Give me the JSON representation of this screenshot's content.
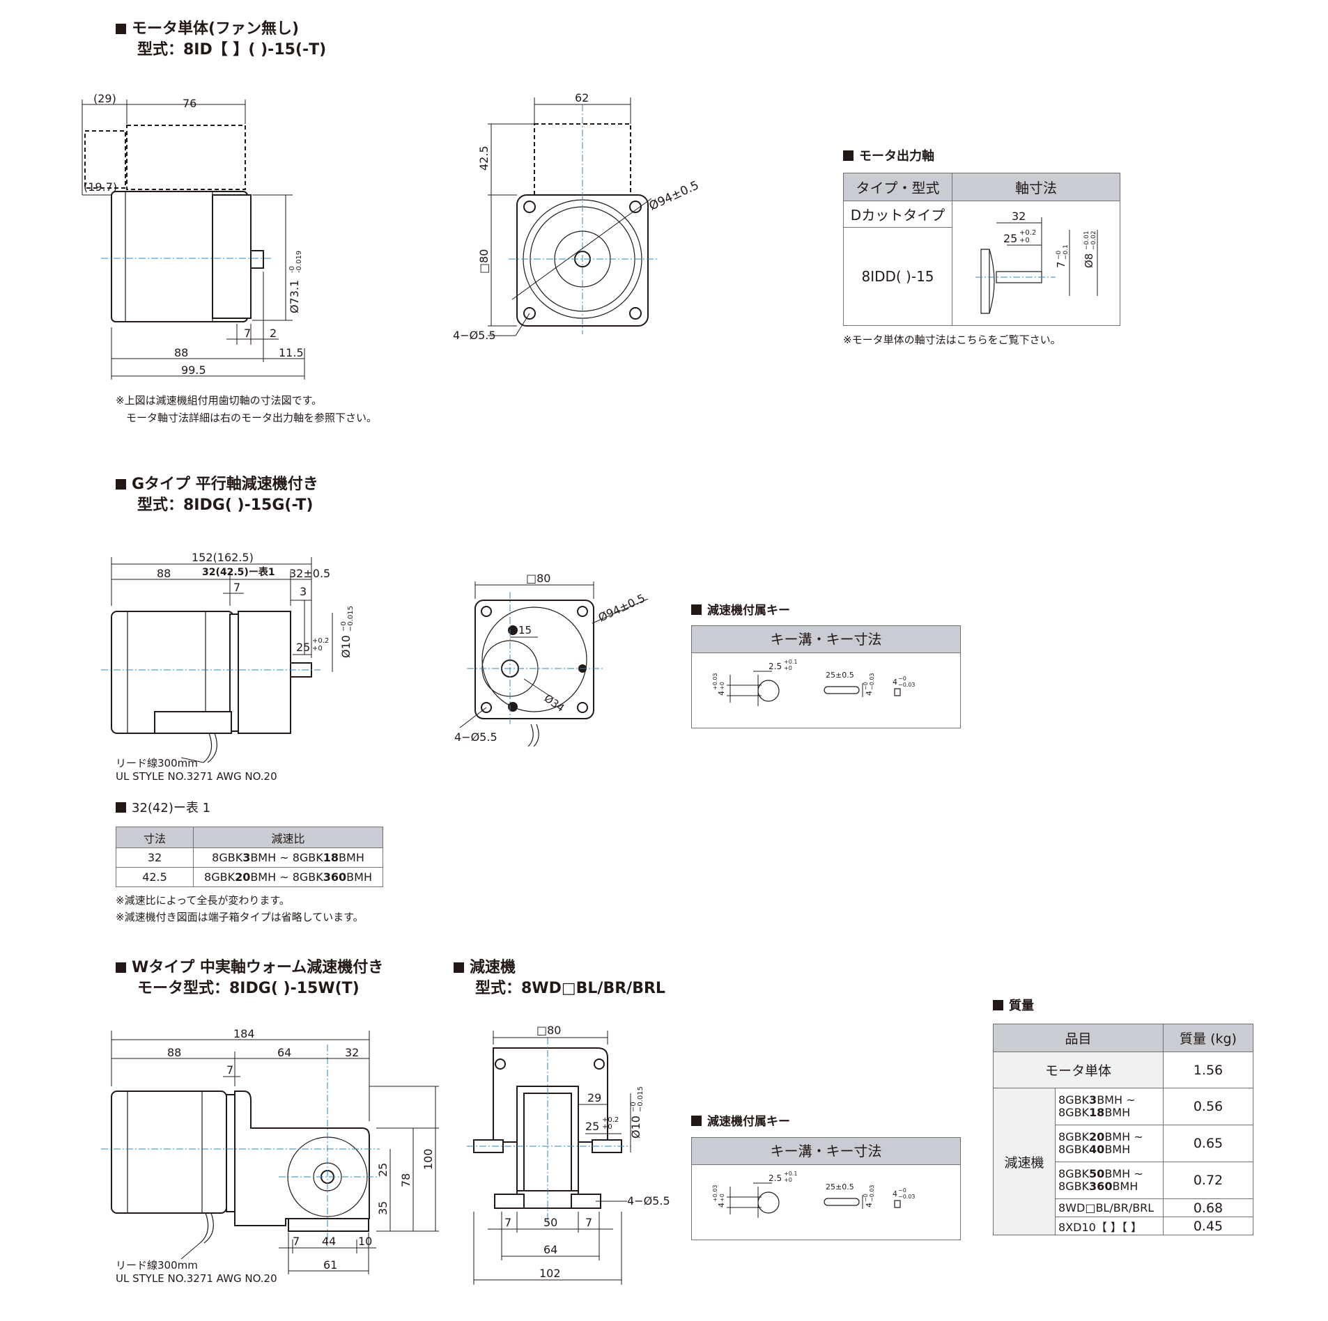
{
  "sec1": {
    "title": "モータ単体(ファン無し)",
    "model": "型式：8ID【 】( )-15(-T)",
    "side_dims": {
      "d29": "(29)",
      "d76": "76",
      "d19_7": "(19.7)",
      "d73": "Ø73.1",
      "d73_tol": "-0.019",
      "d73_tol_up": "-0",
      "d7": "7",
      "d2": "2",
      "d88": "88",
      "d11_5": "11.5",
      "d99_5": "99.5"
    },
    "front_dims": {
      "d62": "62",
      "d42_5": "42.5",
      "d94": "Ø94±0.5",
      "d80": "□80",
      "d4_5_5": "4−Ø5.5"
    },
    "note1": "※上図は減速機組付用歯切軸の寸法図です。",
    "note2": "モータ軸寸法詳細は右のモータ出力軸を参照下さい。"
  },
  "shaft": {
    "title": "モータ出力軸",
    "col1": "タイプ・型式",
    "col2": "軸寸法",
    "row_type": "Dカットタイプ",
    "row_model": "8IDD( )-15",
    "dims": {
      "d32": "32",
      "d25": "25",
      "d25_tol_up": "+0.2",
      "d25_tol_lo": "+0",
      "d7": "7",
      "d7_tol_up": "−0",
      "d7_tol_lo": "−0.1",
      "d8": "Ø8",
      "d8_tol_up": "−0.01",
      "d8_tol_lo": "−0.02"
    },
    "note": "※モータ単体の軸寸法はこちらをご覧下さい。"
  },
  "sec2": {
    "title": "Gタイプ 平行軸減速機付き",
    "model": "型式：8IDG( )-15G(-T)",
    "dims": {
      "d152": "152(162.5)",
      "d88": "88",
      "d32_tbl": "32(42.5)ー表1",
      "d32": "32±0.5",
      "d7": "7",
      "d3": "3",
      "d25": "25",
      "d25_up": "+0.2",
      "d25_lo": "+0",
      "d10": "Ø10",
      "d10_up": "−0",
      "d10_lo": "−0.015",
      "d80": "□80",
      "d94": "Ø94±0.5",
      "d15": "15",
      "d34": "Ø34",
      "d4_5_5": "4−Ø5.5"
    },
    "lead1": "リード線300mm",
    "lead2": "UL STYLE NO.3271 AWG NO.20",
    "key_title": "減速機付属キー",
    "key_head": "キー溝・キー寸法",
    "key_dims": {
      "k4": "4",
      "k4_up": "+0.03",
      "k4_lo": "+0",
      "k25": "2.5",
      "k25_up": "+0.1",
      "k25_lo": "+0",
      "k25len": "25±0.5",
      "k4b": "4",
      "k4b_up": "−0",
      "k4b_lo": "−0.03",
      "k4c": "4",
      "k4c_up": "−0",
      "k4c_lo": "−0.03"
    }
  },
  "table1": {
    "title": "32(42)ー表 1",
    "head": [
      "寸法",
      "減速比"
    ],
    "rows": [
      {
        "dim": "32",
        "a": "8GBK",
        "ab": "3",
        "b": "BMH ~ 8GBK",
        "bb": "18",
        "c": "BMH"
      },
      {
        "dim": "42.5",
        "a": "8GBK",
        "ab": "20",
        "b": "BMH ~ 8GBK",
        "bb": "360",
        "c": "BMH"
      }
    ],
    "note1": "※減速比によって全長が変わります。",
    "note2": "※減速機付き図面は端子箱タイプは省略しています。"
  },
  "sec3": {
    "title": "Wタイプ 中実軸ウォーム減速機付き",
    "model": "モータ型式：8IDG( )-15W(T)",
    "dims": {
      "d184": "184",
      "d88": "88",
      "d64": "64",
      "d32": "32",
      "d7": "7",
      "d25": "25",
      "d78": "78",
      "d100": "100",
      "d35": "35",
      "d7b": "7",
      "d44": "44",
      "d10": "10",
      "d61": "61"
    },
    "lead1": "リード線300mm",
    "lead2": "UL STYLE NO.3271 AWG NO.20"
  },
  "sec4": {
    "title": "減速機",
    "model": "型式：8WD□BL/BR/BRL",
    "dims": {
      "d80": "□80",
      "d29": "29",
      "d25": "25",
      "d25_up": "+0.2",
      "d25_lo": "+0",
      "d10": "Ø10",
      "d10_up": "−0",
      "d10_lo": "−0.015",
      "d4_5_5": "4−Ø5.5",
      "d7": "7",
      "d50": "50",
      "d7b": "7",
      "d64": "64",
      "d102": "102"
    },
    "key_title": "減速機付属キー",
    "key_head": "キー溝・キー寸法"
  },
  "mass": {
    "title": "質量",
    "col1": "品目",
    "col2": "質量 (kg)",
    "motor_label": "モータ単体",
    "motor_value": "1.56",
    "group_label": "減速機",
    "rows": [
      {
        "l1a": "8GBK",
        "l1b": "3",
        "l1c": "BMH ~",
        "l2a": "8GBK",
        "l2b": "18",
        "l2c": "BMH",
        "value": "0.56"
      },
      {
        "l1a": "8GBK",
        "l1b": "20",
        "l1c": "BMH ~",
        "l2a": "8GBK",
        "l2b": "40",
        "l2c": "BMH",
        "value": "0.65"
      },
      {
        "l1a": "8GBK",
        "l1b": "50",
        "l1c": "BMH ~",
        "l2a": "8GBK",
        "l2b": "360",
        "l2c": "BMH",
        "value": "0.72"
      }
    ],
    "row_wd": {
      "label": "8WD□BL/BR/BRL",
      "value": "0.68"
    },
    "row_xd": {
      "label": "8XD10【 】【 】",
      "value": "0.45"
    }
  }
}
